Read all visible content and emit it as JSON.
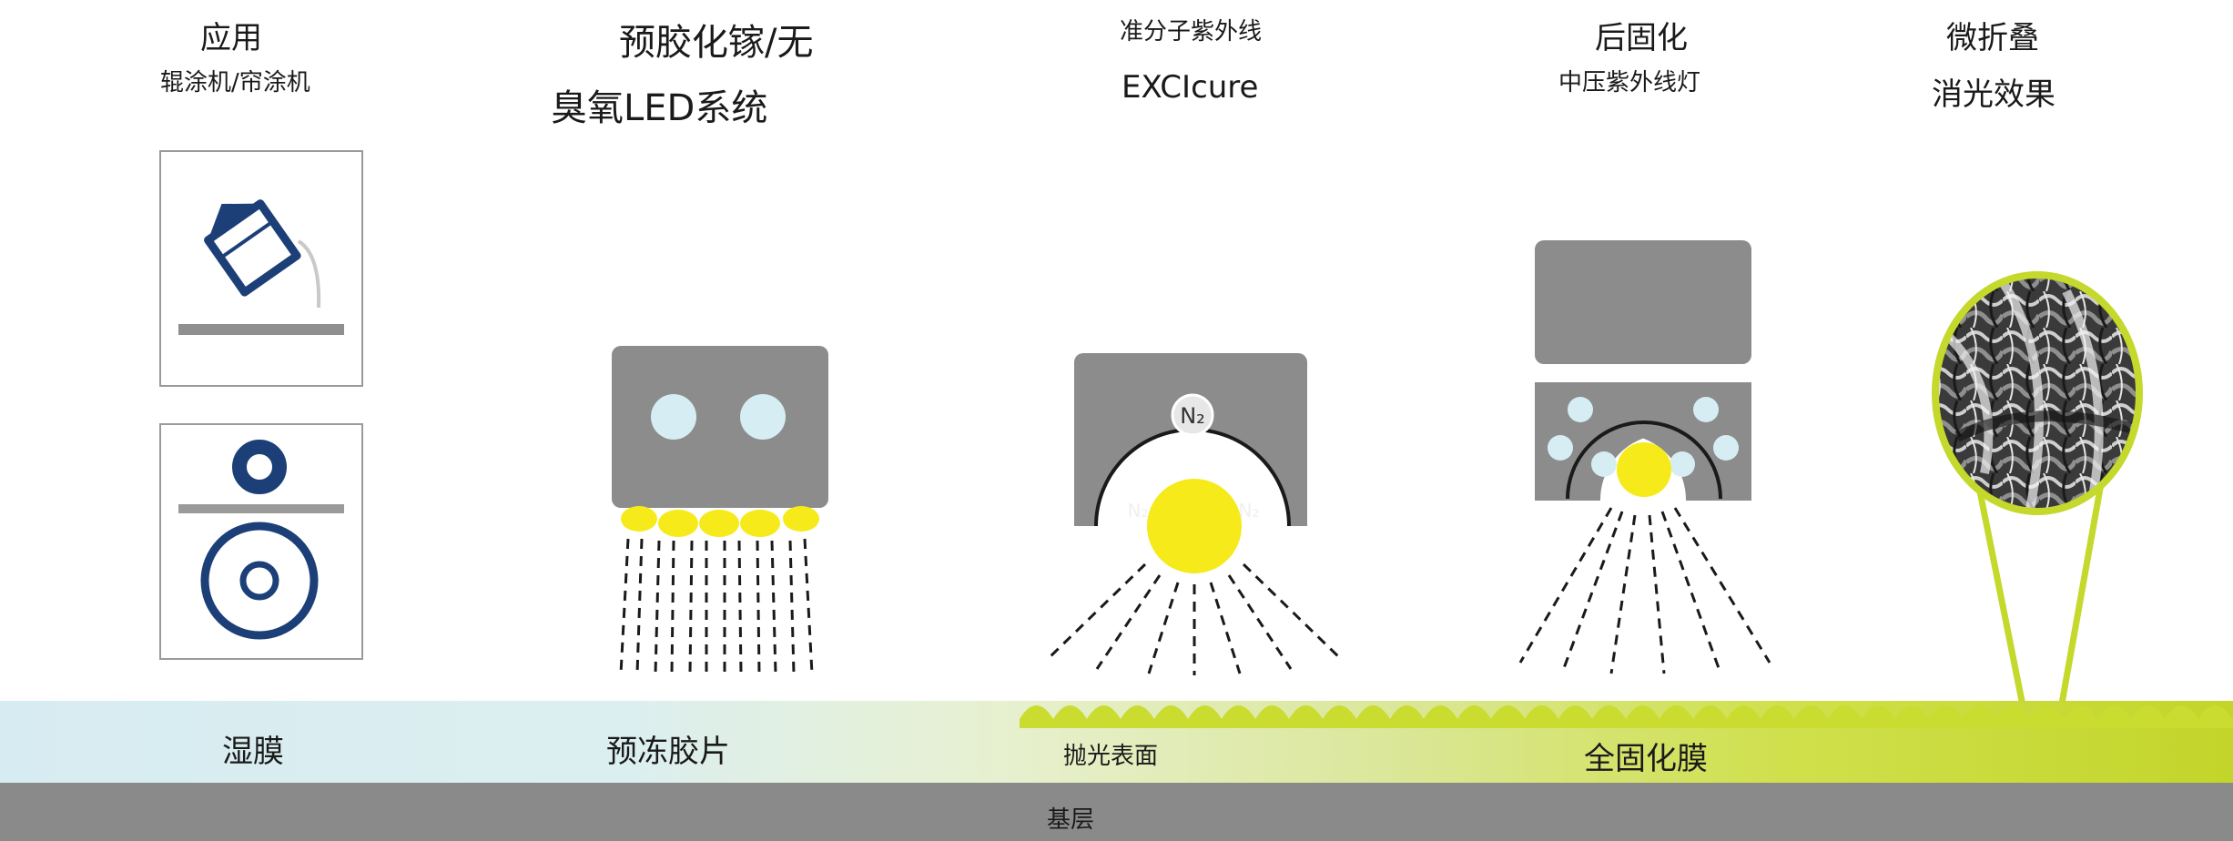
{
  "columns": [
    {
      "title": "应用",
      "subtitle": "辊涂机/帘涂机"
    },
    {
      "title": "预胶化镓/无",
      "subtitle": "臭氧LED系统"
    },
    {
      "title": "准分子紫外线",
      "subtitle": "EXCIcure"
    },
    {
      "title": "后固化",
      "subtitle": "中压紫外线灯"
    },
    {
      "title": "微折叠",
      "subtitle": "消光效果"
    }
  ],
  "bottom_labels": {
    "wet_film": "湿膜",
    "pre_gel": "预冻胶片",
    "polished_surface": "抛光表面",
    "cured_film": "全固化膜",
    "substrate": "基层"
  },
  "n2_labels": {
    "top": "N₂",
    "left": "N₂",
    "right": "N₂"
  },
  "colors": {
    "yellow": "#f6ea1a",
    "lime": "#c5d82c",
    "gray_box": "#8c8c8c",
    "navy": "#1c3f78",
    "substrate": "#8a8a8a",
    "film_light": "#d6ecf0"
  }
}
